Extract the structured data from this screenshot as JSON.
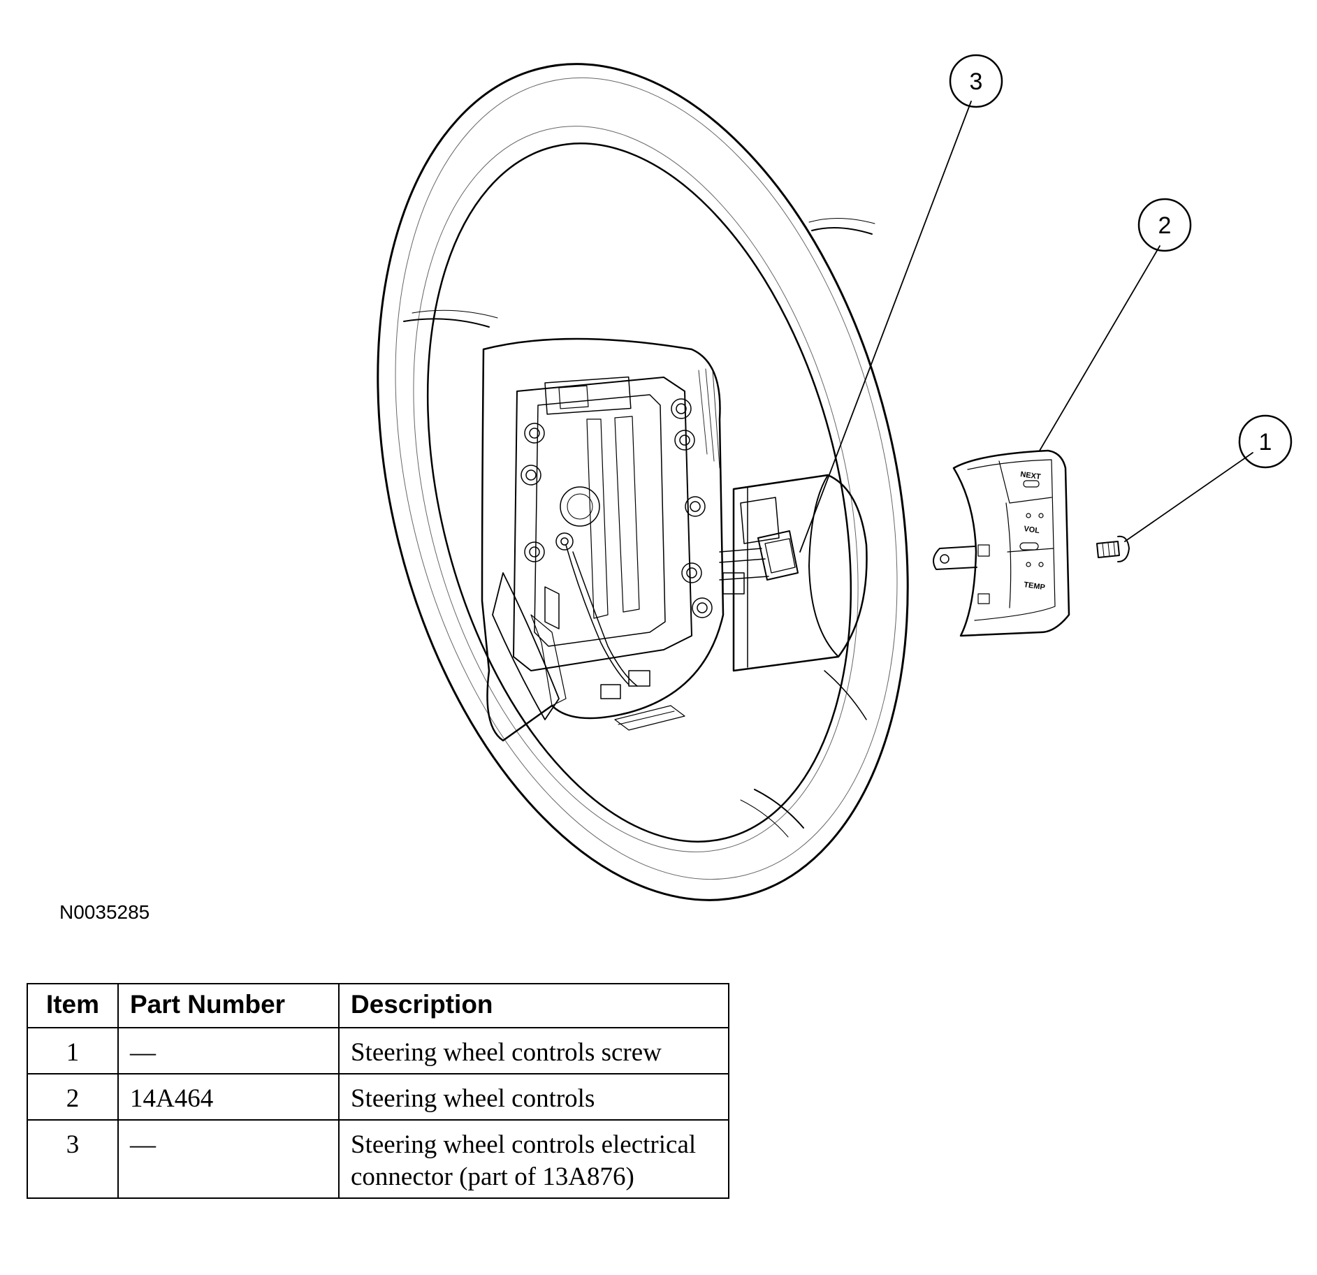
{
  "figure": {
    "id": "N0035285",
    "callouts": [
      "1",
      "2",
      "3"
    ]
  },
  "control_labels": {
    "top": "NEXT",
    "middle": "VOL",
    "bottom": "TEMP"
  },
  "table": {
    "headers": {
      "item": "Item",
      "part_number": "Part Number",
      "description": "Description"
    },
    "rows": [
      {
        "item": "1",
        "part_number": "—",
        "description": "Steering wheel controls screw"
      },
      {
        "item": "2",
        "part_number": "14A464",
        "description": "Steering wheel controls"
      },
      {
        "item": "3",
        "part_number": "—",
        "description": "Steering wheel controls electrical connector (part of 13A876)"
      }
    ]
  }
}
